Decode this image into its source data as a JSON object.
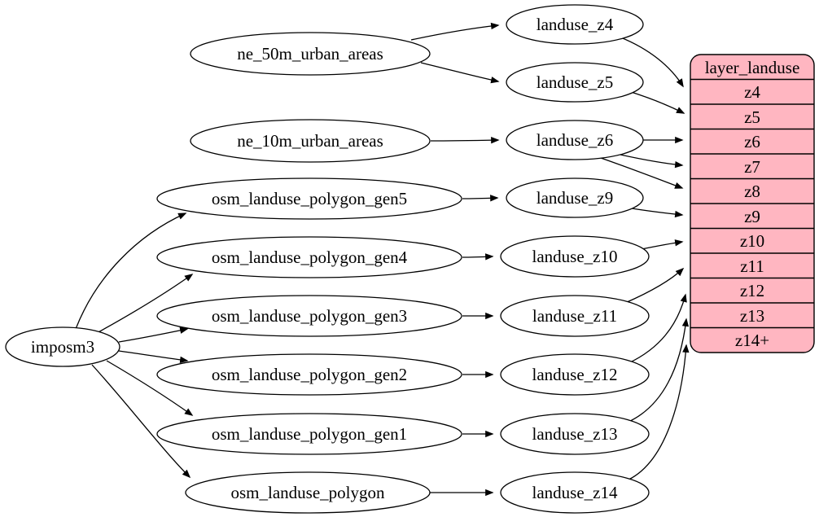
{
  "diagram": {
    "background_color": "#ffffff",
    "node_fill_color": "#ffffff",
    "node_border_color": "#000000",
    "edge_color": "#000000",
    "nodes": {
      "imposm3": "imposm3",
      "ne_50m_urban_areas": "ne_50m_urban_areas",
      "ne_10m_urban_areas": "ne_10m_urban_areas",
      "osm_landuse_polygon_gen5": "osm_landuse_polygon_gen5",
      "osm_landuse_polygon_gen4": "osm_landuse_polygon_gen4",
      "osm_landuse_polygon_gen3": "osm_landuse_polygon_gen3",
      "osm_landuse_polygon_gen2": "osm_landuse_polygon_gen2",
      "osm_landuse_polygon_gen1": "osm_landuse_polygon_gen1",
      "osm_landuse_polygon": "osm_landuse_polygon",
      "landuse_z4": "landuse_z4",
      "landuse_z5": "landuse_z5",
      "landuse_z6": "landuse_z6",
      "landuse_z9": "landuse_z9",
      "landuse_z10": "landuse_z10",
      "landuse_z11": "landuse_z11",
      "landuse_z12": "landuse_z12",
      "landuse_z13": "landuse_z13",
      "landuse_z14": "landuse_z14"
    },
    "table": {
      "title": "layer_landuse",
      "fill_color": "#ffb6c1",
      "rows": [
        "z4",
        "z5",
        "z6",
        "z7",
        "z8",
        "z9",
        "z10",
        "z11",
        "z12",
        "z13",
        "z14+"
      ]
    },
    "edges": [
      {
        "from": "ne_50m_urban_areas",
        "to": "landuse_z4"
      },
      {
        "from": "ne_50m_urban_areas",
        "to": "landuse_z5"
      },
      {
        "from": "ne_10m_urban_areas",
        "to": "landuse_z6"
      },
      {
        "from": "imposm3",
        "to": "osm_landuse_polygon_gen5"
      },
      {
        "from": "imposm3",
        "to": "osm_landuse_polygon_gen4"
      },
      {
        "from": "imposm3",
        "to": "osm_landuse_polygon_gen3"
      },
      {
        "from": "imposm3",
        "to": "osm_landuse_polygon_gen2"
      },
      {
        "from": "imposm3",
        "to": "osm_landuse_polygon_gen1"
      },
      {
        "from": "imposm3",
        "to": "osm_landuse_polygon"
      },
      {
        "from": "osm_landuse_polygon_gen5",
        "to": "landuse_z9"
      },
      {
        "from": "osm_landuse_polygon_gen4",
        "to": "landuse_z10"
      },
      {
        "from": "osm_landuse_polygon_gen3",
        "to": "landuse_z11"
      },
      {
        "from": "osm_landuse_polygon_gen2",
        "to": "landuse_z12"
      },
      {
        "from": "osm_landuse_polygon_gen1",
        "to": "landuse_z13"
      },
      {
        "from": "osm_landuse_polygon",
        "to": "landuse_z14"
      },
      {
        "from": "landuse_z4",
        "to": "layer_landuse.z4"
      },
      {
        "from": "landuse_z5",
        "to": "layer_landuse.z5"
      },
      {
        "from": "landuse_z6",
        "to": "layer_landuse.z6"
      },
      {
        "from": "landuse_z6",
        "to": "layer_landuse.z7"
      },
      {
        "from": "landuse_z6",
        "to": "layer_landuse.z8"
      },
      {
        "from": "landuse_z9",
        "to": "layer_landuse.z9"
      },
      {
        "from": "landuse_z10",
        "to": "layer_landuse.z10"
      },
      {
        "from": "landuse_z11",
        "to": "layer_landuse.z11"
      },
      {
        "from": "landuse_z12",
        "to": "layer_landuse.z12"
      },
      {
        "from": "landuse_z13",
        "to": "layer_landuse.z13"
      },
      {
        "from": "landuse_z14",
        "to": "layer_landuse.z14+"
      }
    ]
  }
}
